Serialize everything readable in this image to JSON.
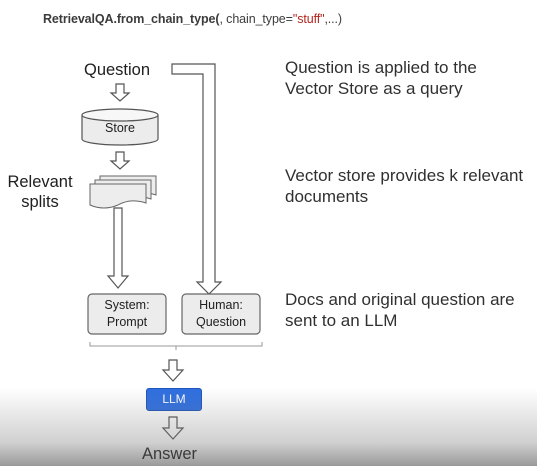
{
  "code": {
    "prefix": "RetrievalQA.from_chain_type(",
    "middle": ", chain_type=",
    "string": "\"stuff\"",
    "suffix": ",...)"
  },
  "diagram": {
    "question_label": "Question",
    "store_label": "Store",
    "relevant_splits_label": "Relevant\nsplits",
    "system_box_label": "System:\nPrompt",
    "human_box_label": "Human:\nQuestion",
    "llm_label": "LLM",
    "answer_label": "Answer"
  },
  "descriptions": {
    "step1": "Question is applied to the Vector Store as a query",
    "step2": "Vector store provides k relevant documents",
    "step3": "Docs and original question are sent to an LLM"
  },
  "colors": {
    "llm_fill": "#2f6fe0",
    "string_literal": "#b3261e"
  }
}
